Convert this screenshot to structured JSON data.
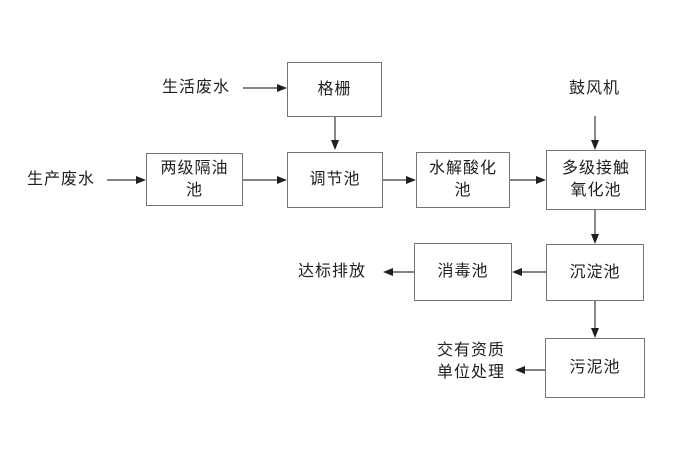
{
  "diagram": {
    "title": "wastewater-treatment-process-flowchart",
    "nodes": {
      "grid": {
        "label": "格栅"
      },
      "oil": {
        "label": "两级隔油池"
      },
      "regulating": {
        "label": "调节池"
      },
      "hydrolysis": {
        "label": "水解酸化池"
      },
      "oxidation": {
        "label": "多级接触氧化池"
      },
      "sedimentation": {
        "label": "沉淀池"
      },
      "disinfection": {
        "label": "消毒池"
      },
      "sludge": {
        "label": "污泥池"
      }
    },
    "labels": {
      "domestic_wastewater": "生活废水",
      "production_wastewater": "生产废水",
      "blower": "鼓风机",
      "standard_discharge": "达标排放",
      "qualified_unit": "交有资质\n单位处理"
    },
    "edges": [
      {
        "from": "生活废水",
        "to": "格栅"
      },
      {
        "from": "格栅",
        "to": "调节池"
      },
      {
        "from": "生产废水",
        "to": "两级隔油池"
      },
      {
        "from": "两级隔油池",
        "to": "调节池"
      },
      {
        "from": "调节池",
        "to": "水解酸化池"
      },
      {
        "from": "水解酸化池",
        "to": "多级接触氧化池"
      },
      {
        "from": "鼓风机",
        "to": "多级接触氧化池"
      },
      {
        "from": "多级接触氧化池",
        "to": "沉淀池"
      },
      {
        "from": "沉淀池",
        "to": "消毒池"
      },
      {
        "from": "消毒池",
        "to": "达标排放"
      },
      {
        "from": "沉淀池",
        "to": "污泥池"
      },
      {
        "from": "污泥池",
        "to": "交有资质单位处理"
      }
    ],
    "colors": {
      "background": "#ffffff",
      "box_border": "#757575",
      "text": "#1f1f1f",
      "arrow": "#3a3a3a"
    }
  }
}
